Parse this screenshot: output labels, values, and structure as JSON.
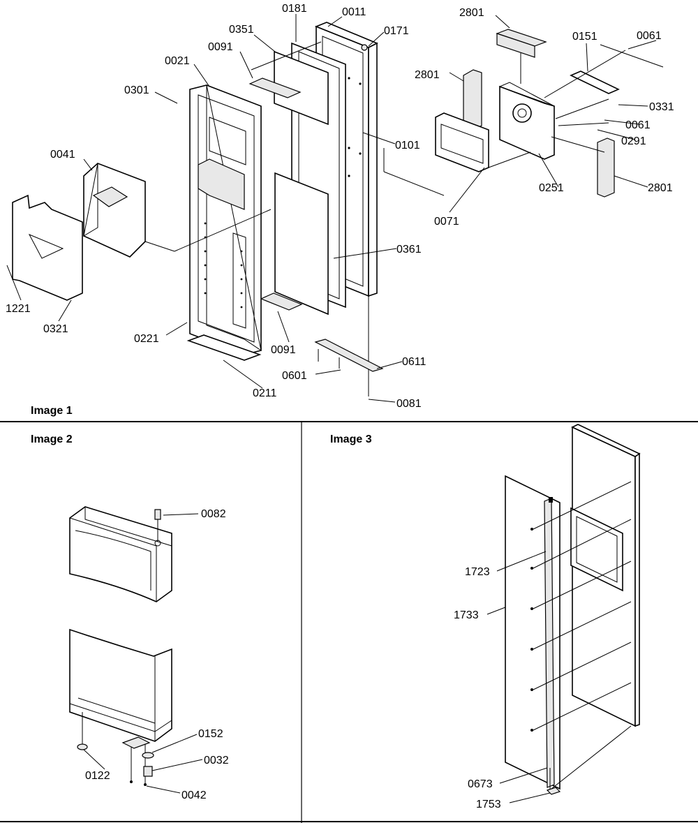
{
  "panels": [
    {
      "id": "image1",
      "title": "Image 1"
    },
    {
      "id": "image2",
      "title": "Image 2"
    },
    {
      "id": "image3",
      "title": "Image 3"
    }
  ],
  "callouts": {
    "image1": [
      "0181",
      "0011",
      "0171",
      "2801",
      "0351",
      "0091",
      "0151",
      "0061",
      "0021",
      "2801",
      "0301",
      "0331",
      "0061",
      "0291",
      "0101",
      "0041",
      "2801",
      "0251",
      "0071",
      "0361",
      "1221",
      "0321",
      "0221",
      "0091",
      "0611",
      "0601",
      "0211",
      "0081"
    ],
    "image2": [
      "0082",
      "0152",
      "0032",
      "0122",
      "0042"
    ],
    "image3": [
      "1723",
      "1733",
      "0673",
      "1753"
    ]
  }
}
